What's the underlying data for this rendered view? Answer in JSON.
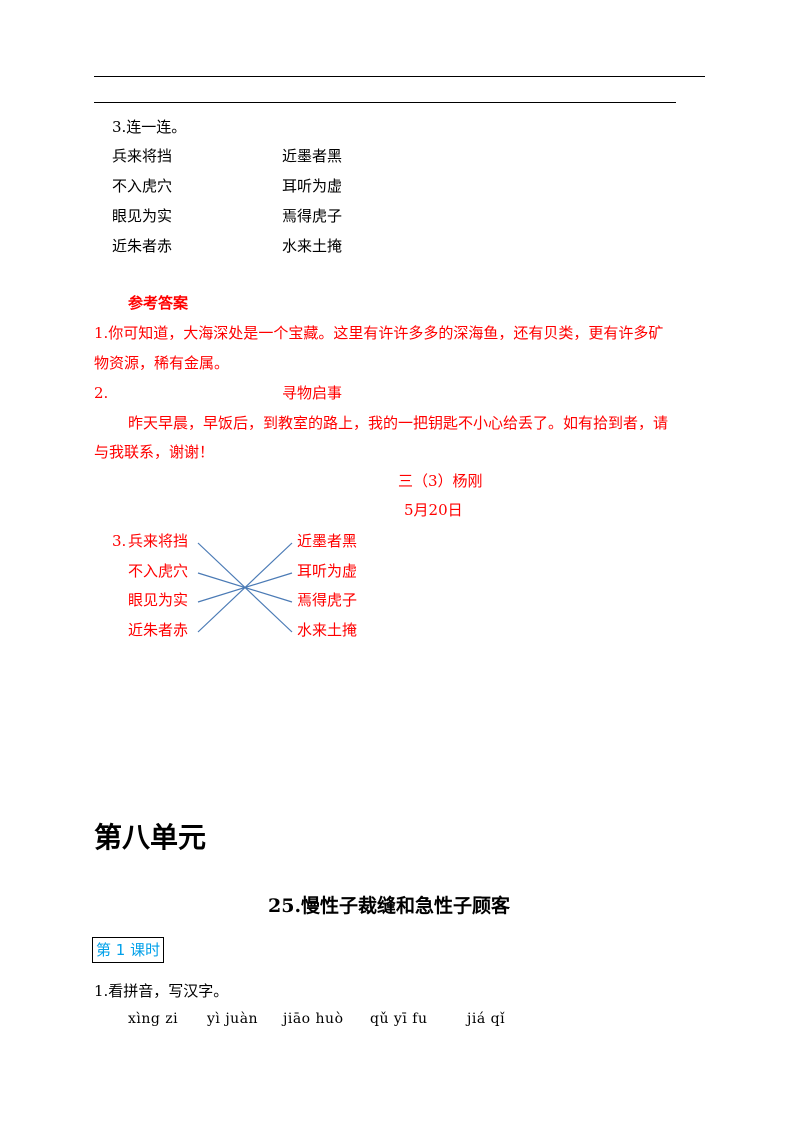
{
  "blank_lines": 2,
  "q3": {
    "title": "3.连一连。",
    "left": [
      "兵来将挡",
      "不入虎穴",
      "眼见为实",
      "近朱者赤"
    ],
    "right": [
      "近墨者黑",
      "耳听为虚",
      "焉得虎子",
      "水来土掩"
    ]
  },
  "answers": {
    "heading": "参考答案",
    "a1_line1": "1.你可知道，大海深处是一个宝藏。这里有许许多多的深海鱼，还有贝类，更有许多矿",
    "a1_line2": "物资源，稀有金属。",
    "a2_label": "2.",
    "a2_title": "寻物启事",
    "a2_line1": "昨天早晨，早饭后，到教室的路上，我的一把钥匙不小心给丢了。如有拾到者，请",
    "a2_line2": "与我联系，谢谢！",
    "a2_signature": "三（3）杨刚",
    "a2_date": "5月20日",
    "a3_label": "3.",
    "a3_left": [
      "兵来将挡",
      "不入虎穴",
      "眼见为实",
      "近朱者赤"
    ],
    "a3_right": [
      "近墨者黑",
      "耳听为虚",
      "焉得虎子",
      "水来土掩"
    ],
    "a3_matches": [
      [
        0,
        3
      ],
      [
        1,
        2
      ],
      [
        2,
        1
      ],
      [
        3,
        0
      ]
    ],
    "line_color": "#4a7ab5"
  },
  "unit": {
    "title": "第八单元",
    "lesson_title": "25.慢性子裁缝和急性子顾客",
    "period_tag": "第 1 课时",
    "q1_title": "1.看拼音，写汉字。",
    "pinyin": [
      "xìng zi",
      "yì juàn",
      "jiāo huò",
      "qǔ yī fu",
      "jiá qǐ"
    ]
  }
}
